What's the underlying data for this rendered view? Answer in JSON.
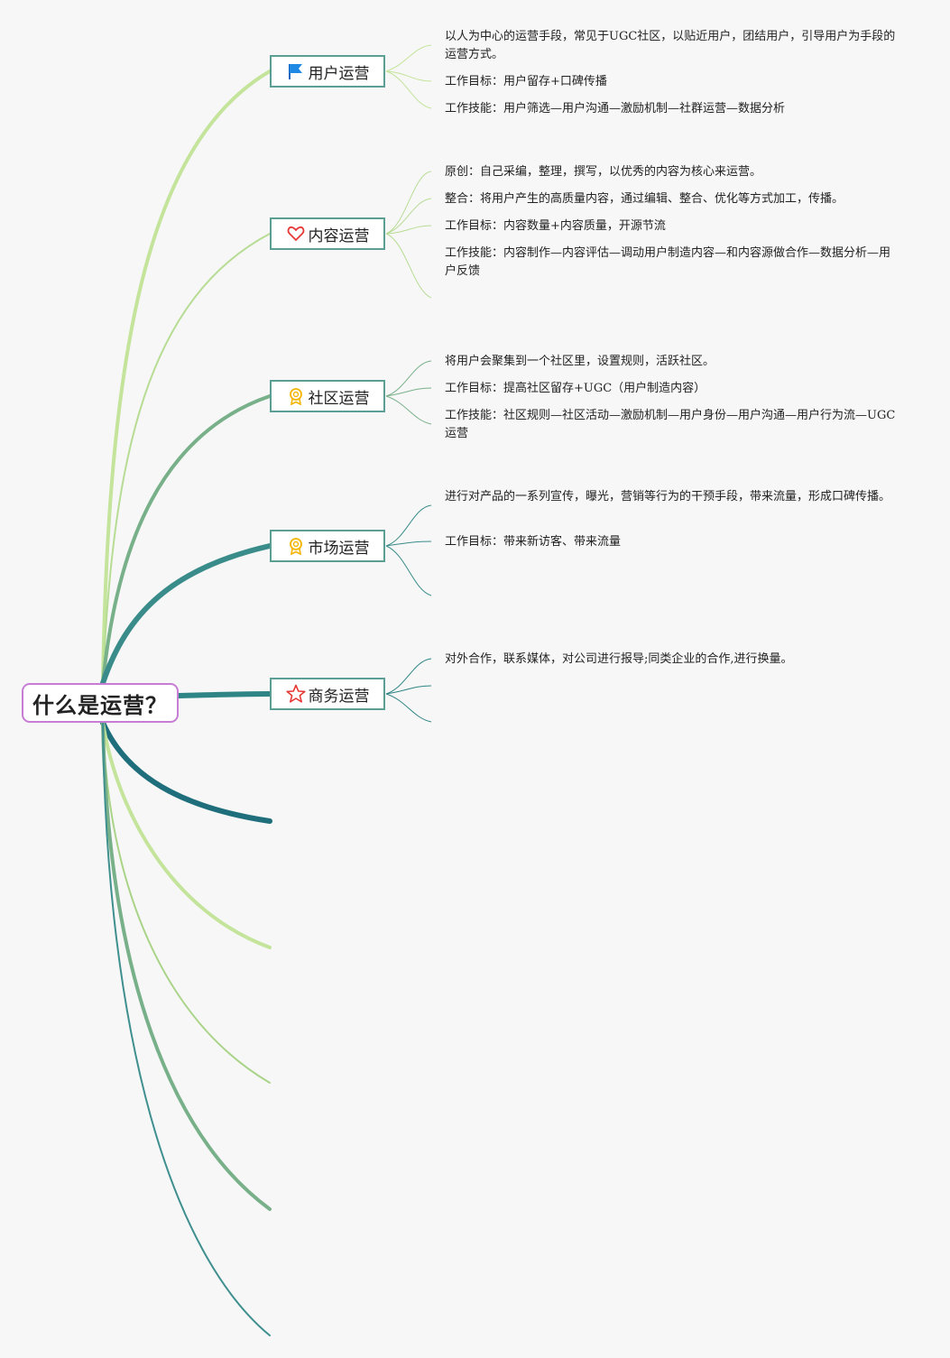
{
  "root": {
    "title": "什么是运营？"
  },
  "branches": [
    {
      "label": "用户运营",
      "icon": "flag-icon",
      "items": [
        "以人为中心的运营手段，常见于UGC社区，以贴近用户，团结用户，引导用户为手段的运营方式。",
        "工作目标：用户留存+口碑传播",
        "工作技能：用户筛选—用户沟通—激励机制—社群运营—数据分析"
      ]
    },
    {
      "label": "内容运营",
      "icon": "heart-icon",
      "items": [
        "原创：自己采编，整理，撰写，以优秀的内容为核心来运营。",
        "整合：将用户产生的高质量内容，通过编辑、整合、优化等方式加工，传播。",
        "工作目标：内容数量+内容质量，开源节流",
        "工作技能：内容制作—内容评估—调动用户制造内容—和内容源做合作—数据分析—用户反馈"
      ]
    },
    {
      "label": "社区运营",
      "icon": "award-icon",
      "items": [
        "将用户会聚集到一个社区里，设置规则，活跃社区。",
        "工作目标：提高社区留存+UGC（用户制造内容）",
        "工作技能：社区规则—社区活动—激励机制—用户身份—用户沟通—用户行为流—UGC运营"
      ]
    },
    {
      "label": "市场运营",
      "icon": "award-icon",
      "items": [
        "进行对产品的一系列宣传，曝光，营销等行为的干预手段，带来流量，形成口碑传播。",
        "工作目标：带来新访客、带来流量"
      ]
    },
    {
      "label": "商务运营",
      "icon": "star-icon",
      "items": [
        "对外合作，联系媒体，对公司进行报导;同类企业的合作,进行换量。"
      ]
    }
  ],
  "colors": {
    "root_border": "#c77dd4",
    "node_border": "#5a9e94",
    "light_green": "#c3e49a",
    "mid_green": "#9dc97a",
    "sea_green": "#78b089",
    "teal": "#3f8f8f",
    "dark_teal": "#1e6e7c",
    "flag": "#1e88e5",
    "heart": "#e53935",
    "award": "#f4b400",
    "star": "#e53935"
  }
}
